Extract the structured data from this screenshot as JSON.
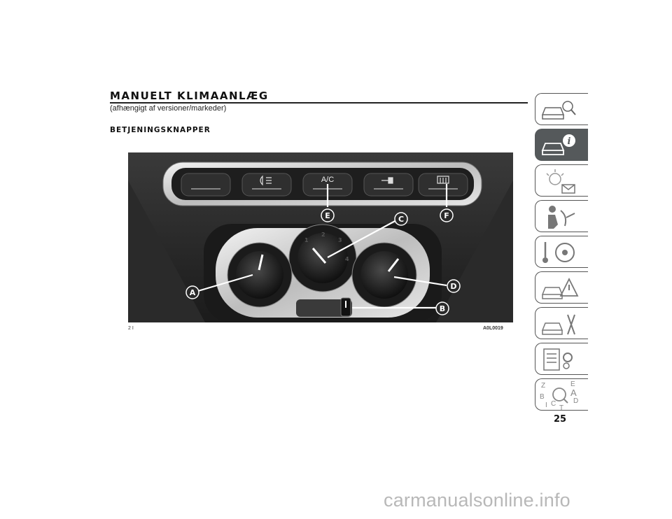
{
  "page": {
    "title": "MANUELT KLIMAANLÆG",
    "subtitle": "(afhængigt af versioner/markeder)",
    "section": "BETJENINGSKNAPPER",
    "page_number": "25",
    "watermark": "carmanualsonline.info"
  },
  "figure": {
    "ref_left": "2 I",
    "ref_right": "A0L0019",
    "ac_label": "A/C",
    "callouts": [
      "A",
      "B",
      "C",
      "D",
      "E",
      "F"
    ],
    "fan_speeds": [
      "1",
      "2",
      "3",
      "4"
    ]
  },
  "sidebar": {
    "tabs": [
      {
        "icon": "car-search-icon"
      },
      {
        "icon": "car-info-icon",
        "active": true
      },
      {
        "icon": "warning-light-icon"
      },
      {
        "icon": "airbag-person-icon"
      },
      {
        "icon": "key-steering-wheel-icon"
      },
      {
        "icon": "car-warning-triangle-icon"
      },
      {
        "icon": "car-tools-icon"
      },
      {
        "icon": "specs-gear-icon"
      },
      {
        "icon": "alphabet-index-icon"
      }
    ],
    "index_letters": [
      "Z",
      "E",
      "A",
      "B",
      "D",
      "C",
      "T",
      "I"
    ]
  },
  "colors": {
    "sidebar_stroke": "#555555",
    "sidebar_active": "#55595b",
    "watermark": "#b8b8b8"
  }
}
